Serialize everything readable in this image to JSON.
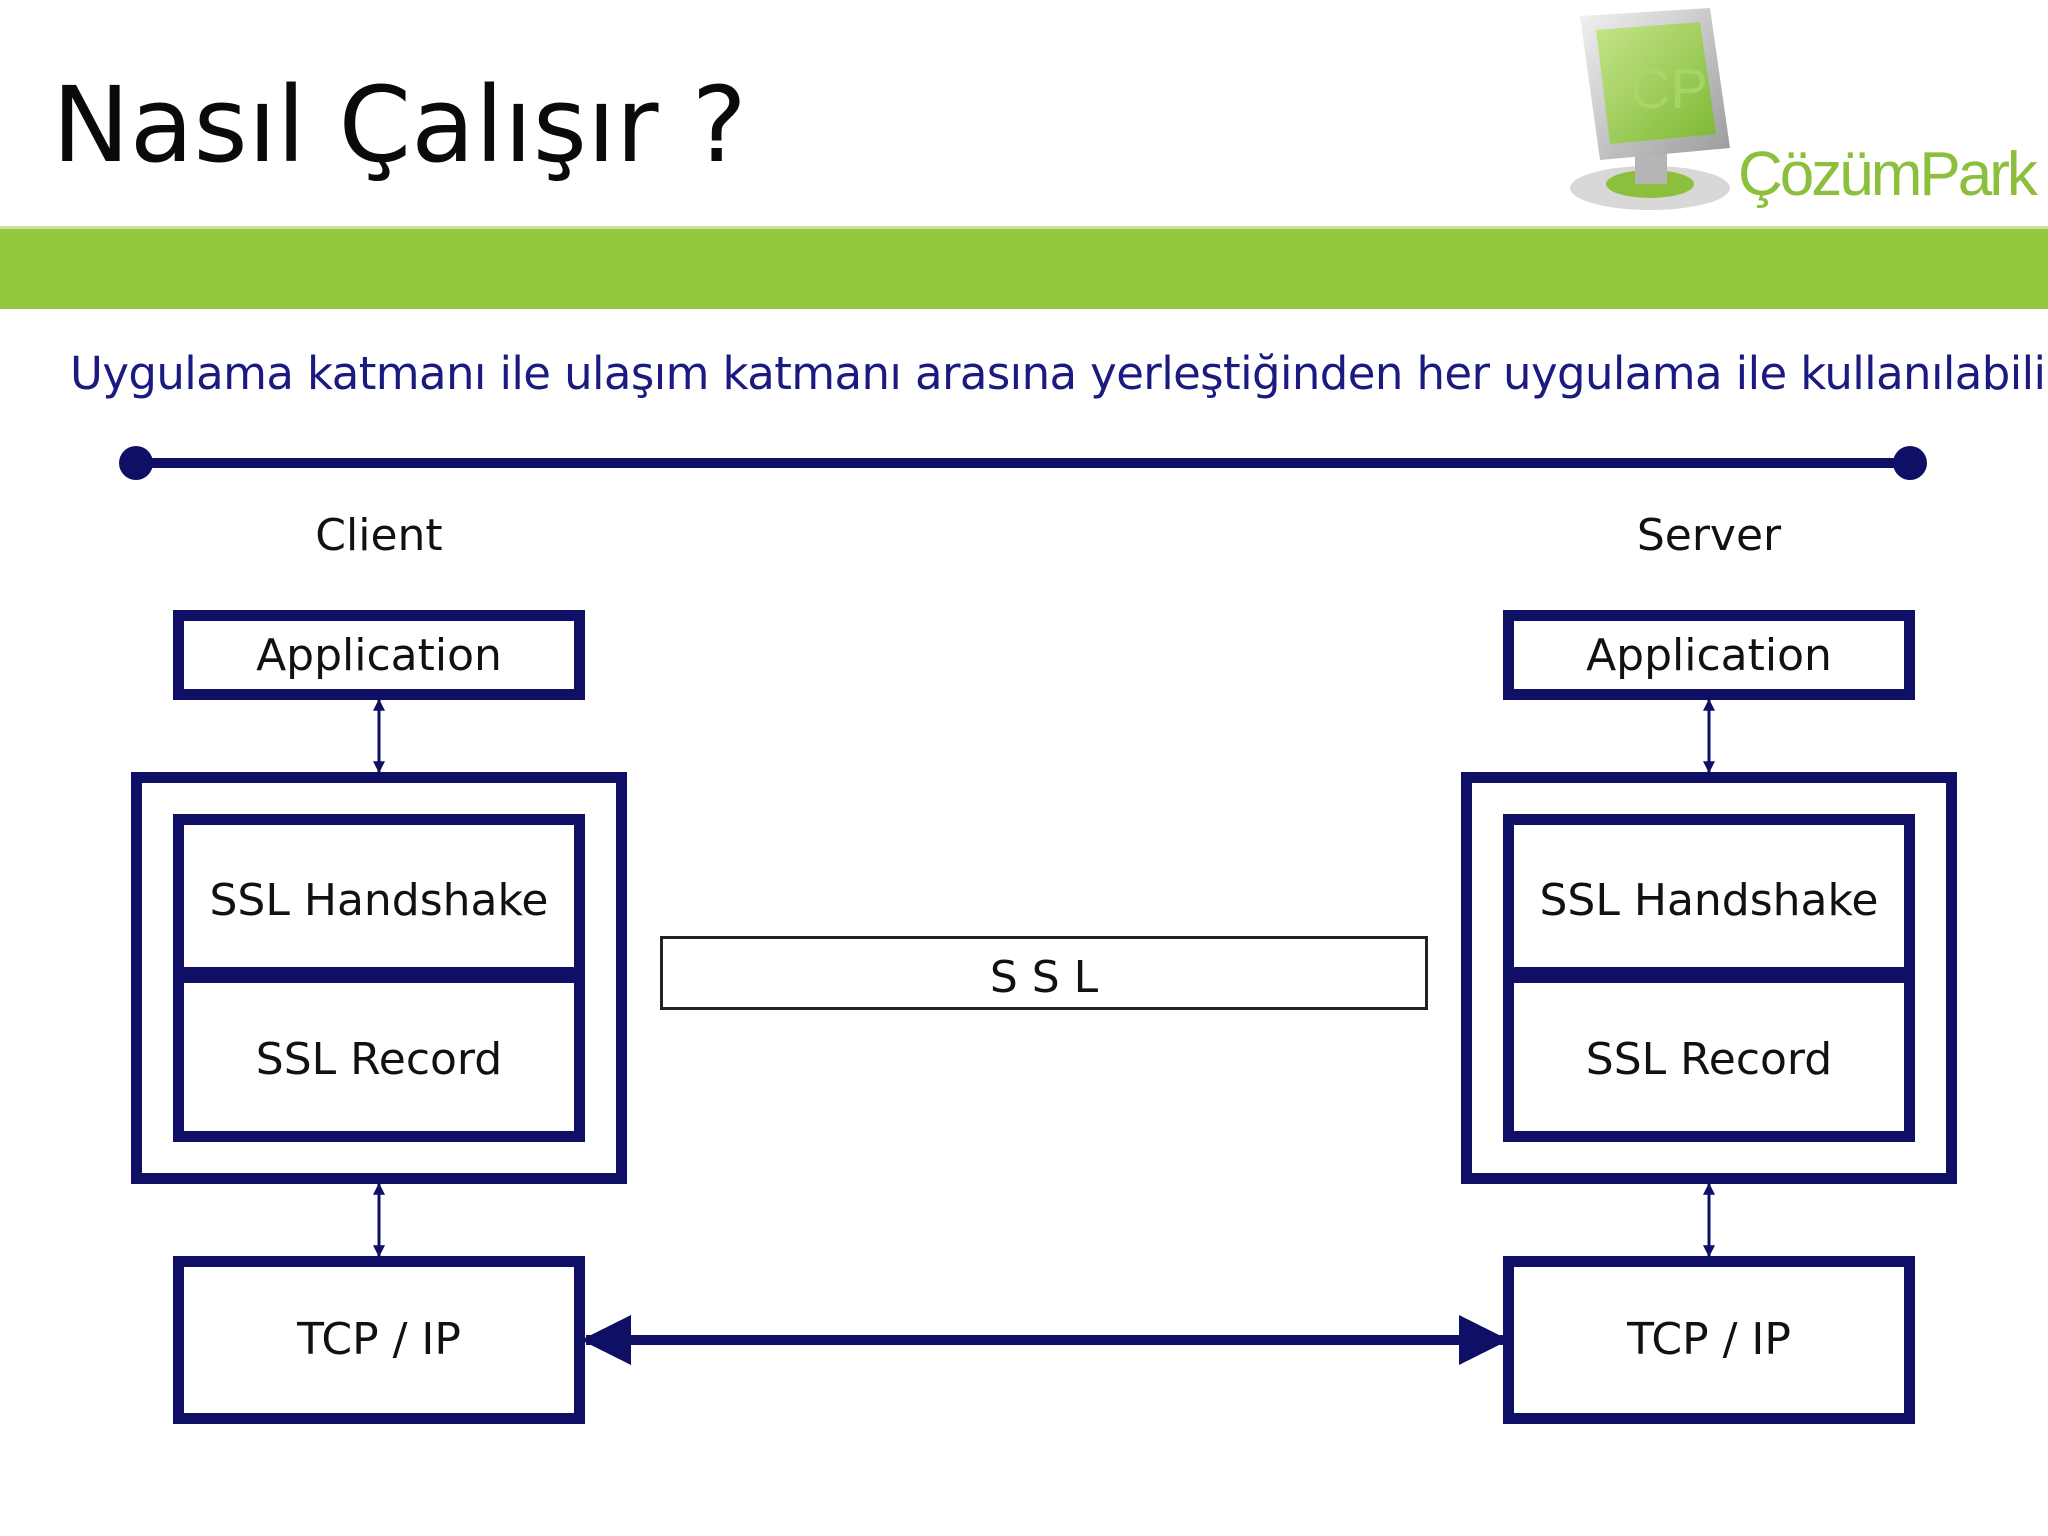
{
  "slide": {
    "title": "Nasıl Çalışır ?",
    "logo_text": "ÇözümPark",
    "subtitle": "Uygulama katmanı ile ulaşım katmanı arasına yerleştiğinden her uygulama ile kullanılabilir"
  },
  "colors": {
    "accent_green": "#93c83f",
    "box_navy": "#0f0f66",
    "subtitle_blue": "#1a1a80"
  },
  "diagram": {
    "client": {
      "label": "Client",
      "application": "Application",
      "ssl_handshake": "SSL Handshake",
      "ssl_record": "SSL Record",
      "tcp_ip": "TCP / IP"
    },
    "server": {
      "label": "Server",
      "application": "Application",
      "ssl_handshake": "SSL Handshake",
      "ssl_record": "SSL Record",
      "tcp_ip": "TCP / IP"
    },
    "center_label": "S S L"
  }
}
